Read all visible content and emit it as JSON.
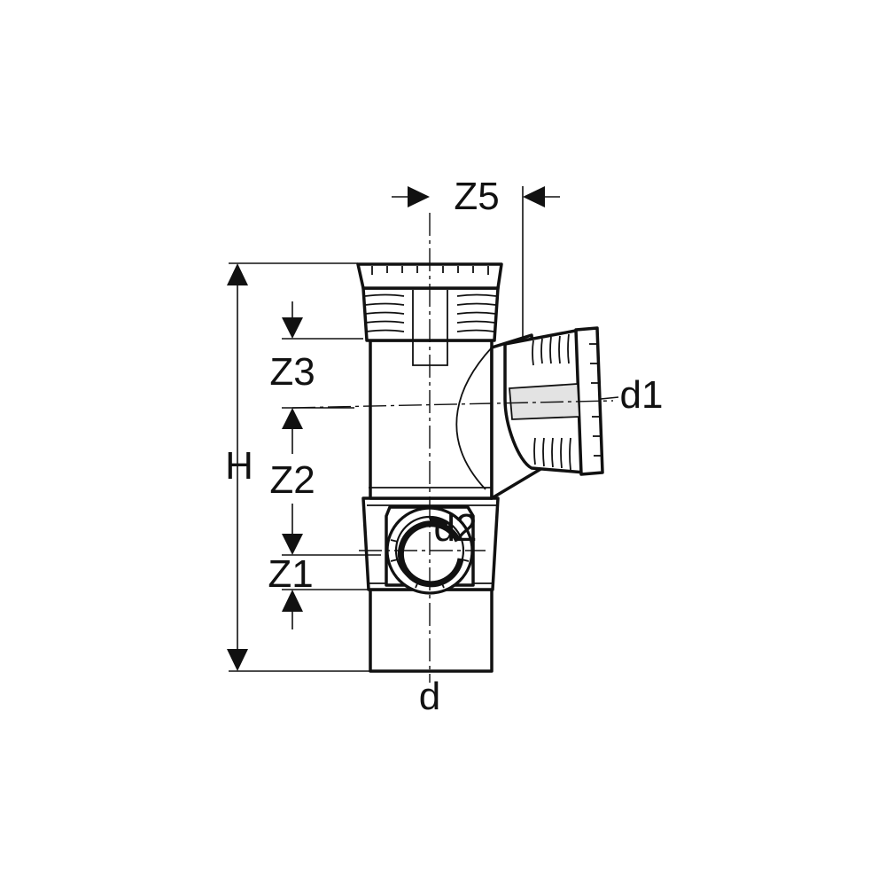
{
  "labels": {
    "z5": "Z5",
    "z3": "Z3",
    "z2": "Z2",
    "z1": "Z1",
    "h": "H",
    "d": "d",
    "d1": "d1",
    "d2": "d2"
  },
  "colors": {
    "line": "#111111",
    "background": "#ffffff",
    "shade": "#e3e3e3"
  }
}
